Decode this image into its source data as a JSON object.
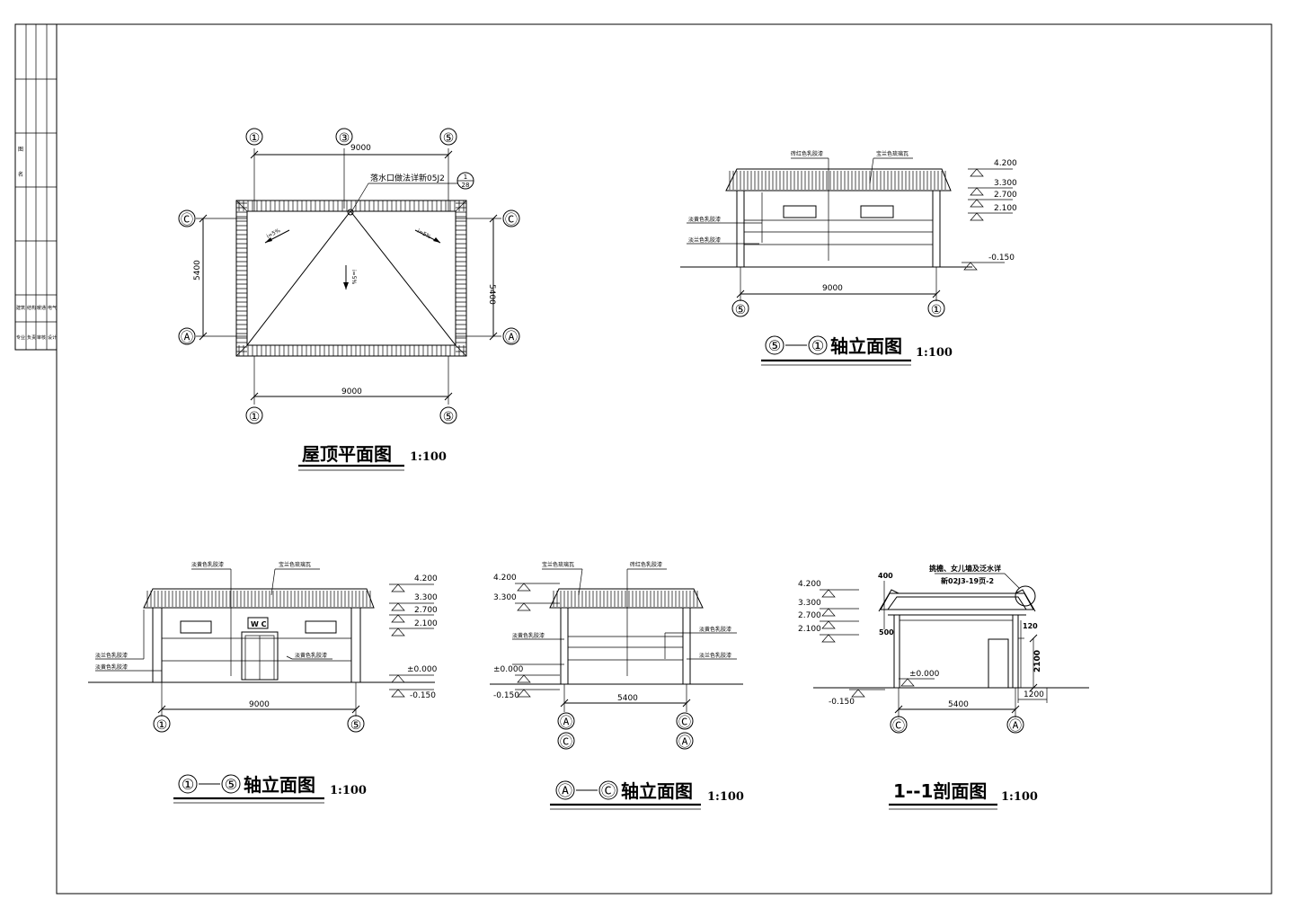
{
  "roof_plan": {
    "axes": {
      "top": [
        "①",
        "③",
        "⑤"
      ],
      "bottom": [
        "①",
        "⑤"
      ],
      "left": [
        "Ⓒ",
        "Ⓐ"
      ],
      "right": [
        "Ⓒ",
        "Ⓐ"
      ]
    },
    "dims": {
      "top": "9000",
      "bottom": "9000",
      "left": "5400",
      "right": "5400"
    },
    "note": "落水口做法详新05J2",
    "detail_ref": {
      "num": "1",
      "sheet": "28"
    },
    "slopes": [
      "i=5%",
      "i=5%",
      "i=5%"
    ],
    "title": "屋顶平面图",
    "scale": "1:100"
  },
  "elev_5_1": {
    "labels": [
      "砖红色乳胶漆",
      "宝兰色琉璃瓦",
      "淡黄色乳胶漆",
      "淡兰色乳胶漆"
    ],
    "levels": [
      "4.200",
      "3.300",
      "2.700",
      "2.100",
      "-0.150"
    ],
    "dim": "9000",
    "axes": [
      "⑤",
      "①"
    ],
    "title_axes": [
      "⑤",
      "①"
    ],
    "title": "轴立面图",
    "scale": "1:100"
  },
  "elev_1_5": {
    "labels": [
      "淡黄色乳胶漆",
      "宝兰色琉璃瓦",
      "淡兰色乳胶漆",
      "淡黄色乳胶漆",
      "淡黄色乳胶漆"
    ],
    "door_sign": "W C",
    "levels": [
      "4.200",
      "3.300",
      "2.700",
      "2.100",
      "±0.000",
      "-0.150"
    ],
    "dim": "9000",
    "axes": [
      "①",
      "⑤"
    ],
    "title_axes": [
      "①",
      "⑤"
    ],
    "title": "轴立面图",
    "scale": "1:100"
  },
  "elev_a_c": {
    "labels": [
      "宝兰色琉璃瓦",
      "砖红色乳胶漆",
      "淡黄色乳胶漆",
      "淡黄色乳胶漆",
      "淡兰色乳胶漆"
    ],
    "levels": [
      "4.200",
      "3.300",
      "±0.000",
      "-0.150"
    ],
    "dim": "5400",
    "axes": [
      "Ⓐ",
      "Ⓒ"
    ],
    "axes_lower": [
      "Ⓒ",
      "Ⓐ"
    ],
    "title_axes": [
      "Ⓐ",
      "Ⓒ"
    ],
    "title": "轴立面图",
    "scale": "1:100"
  },
  "section_1_1": {
    "note_lines": [
      "挑檐、女儿墙及泛水详",
      "新02J3-19页-2"
    ],
    "dims": [
      "400",
      "500",
      "120",
      "2100",
      "1200"
    ],
    "levels": [
      "4.200",
      "3.300",
      "2.700",
      "2.100",
      "±0.000",
      "-0.150"
    ],
    "dim": "5400",
    "axes": [
      "Ⓒ",
      "Ⓐ"
    ],
    "title": "1--1剖面图",
    "scale": "1:100"
  },
  "title_block": {
    "col_a": [
      "建筑",
      "结构",
      "暖通",
      "电气"
    ],
    "col_b": [
      "专业",
      "负责",
      "审核",
      "设计"
    ],
    "side": [
      "图",
      "名"
    ]
  }
}
